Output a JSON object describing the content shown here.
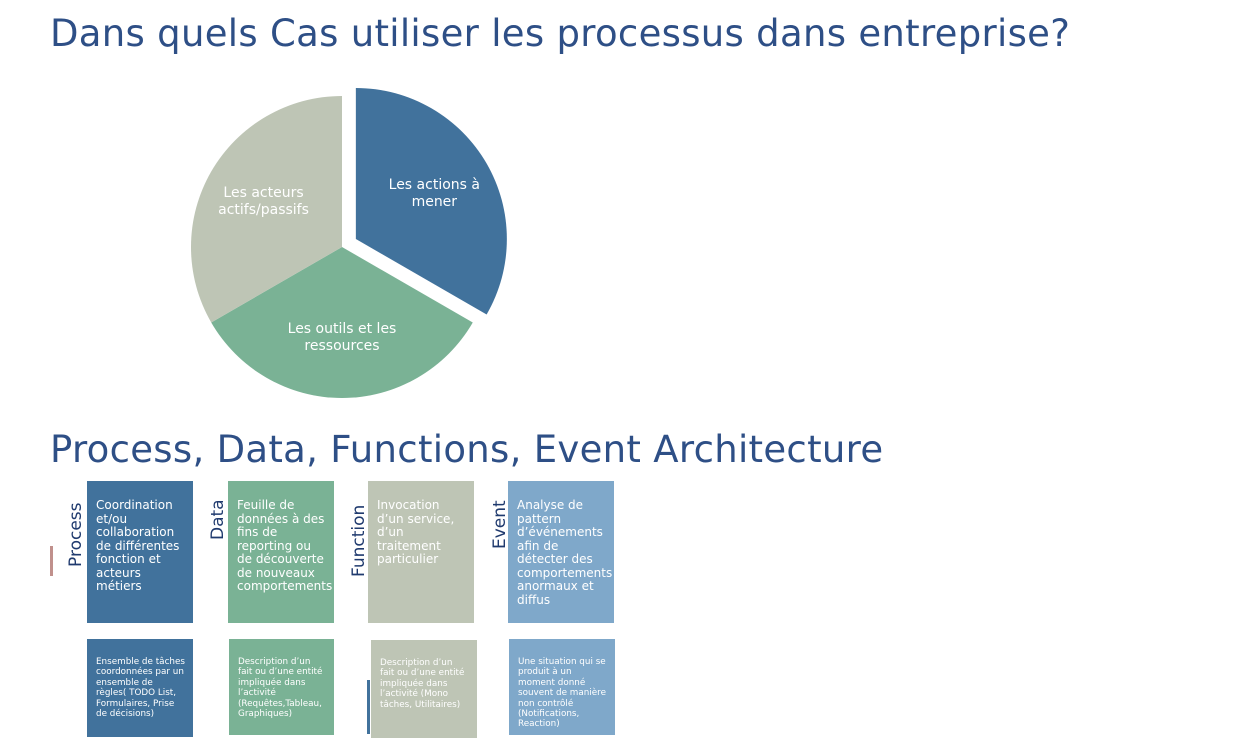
{
  "title": "Dans quels Cas utiliser les processus dans entreprise?",
  "subtitle": "Process, Data, Functions, Event Architecture",
  "colors": {
    "title": "#2e4f86",
    "blue": "#41729c",
    "green": "#7ab295",
    "gray": "#bec5b5",
    "lightblue": "#7fa8ca"
  },
  "chart_data": {
    "type": "pie",
    "slices": [
      {
        "label": "Les actions à mener",
        "value": 1,
        "color": "#41729c",
        "exploded": true
      },
      {
        "label": "Les outils et les ressources",
        "value": 1,
        "color": "#7ab295",
        "exploded": false
      },
      {
        "label": "Les acteurs actifs/passifs",
        "value": 1,
        "color": "#bec5b5",
        "exploded": false
      }
    ]
  },
  "columns": [
    {
      "label": "Process",
      "top": "Coordination et/ou collaboration de différentes fonction et acteurs métiers",
      "bottom": "Ensemble de tâches coordonnées par un ensemble de règles( TODO List, Formulaires, Prise de décisions)"
    },
    {
      "label": "Data",
      "top": "Feuille de données à des fins de reporting ou de découverte de nouveaux comportements",
      "bottom": "Description d’un fait ou d’une entité impliquée dans l’activité (Requêtes,Tableau, Graphiques)"
    },
    {
      "label": "Function",
      "top": "Invocation d’un service, d’un traitement particulier",
      "bottom": "Description d’un fait ou d’une entité impliquée dans l’activité (Mono tâches, Utilitaires)"
    },
    {
      "label": "Event",
      "top": "Analyse de pattern d’événements afin de détecter des comportements anormaux et diffus",
      "bottom": "Une situation qui se produit à un moment donné souvent de manière non contrôlé (Notifications, Reaction)"
    }
  ]
}
